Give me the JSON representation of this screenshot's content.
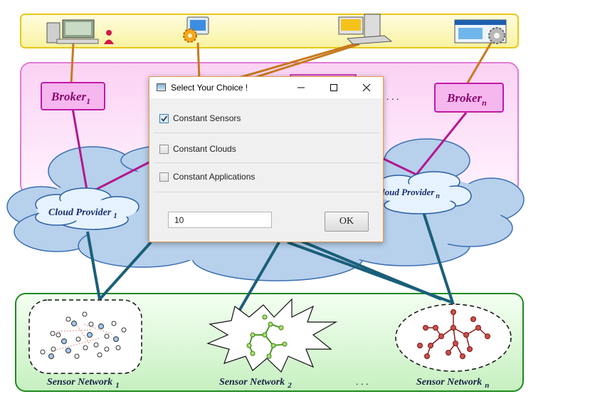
{
  "diagram": {
    "brokers": [
      {
        "name": "Broker",
        "sub": "1"
      },
      {
        "name": "Broker",
        "sub": "n"
      }
    ],
    "broker_ellipsis": ". . .",
    "cloud_providers": [
      {
        "name": "Cloud Provider",
        "sub": "1"
      },
      {
        "name": "loud Provider",
        "sub": "n"
      }
    ],
    "sensor_networks": [
      {
        "name": "Sensor Network",
        "sub": "1"
      },
      {
        "name": "Sensor Network",
        "sub": "2"
      },
      {
        "name": "Sensor Network",
        "sub": "n"
      }
    ],
    "sensor_ellipsis": ". . .",
    "colors": {
      "top_band": "#fdfbc8",
      "top_band_border": "#e8c81a",
      "broker_band": "#fce0f8",
      "broker_band_border": "#e07ad8",
      "broker_box": "#f6b6ee",
      "broker_border": "#c01aa8",
      "cloud": "#b7d0ec",
      "sensor_band": "#d4f5cf",
      "sensor_band_border": "#1e8a1e"
    }
  },
  "dialog": {
    "title": "Select Your Choice !",
    "options": [
      {
        "label": "Constant Sensors",
        "checked": true
      },
      {
        "label": "Constant Clouds",
        "checked": false
      },
      {
        "label": "Constant Applications",
        "checked": false
      }
    ],
    "input_value": "10",
    "ok_label": "OK"
  }
}
